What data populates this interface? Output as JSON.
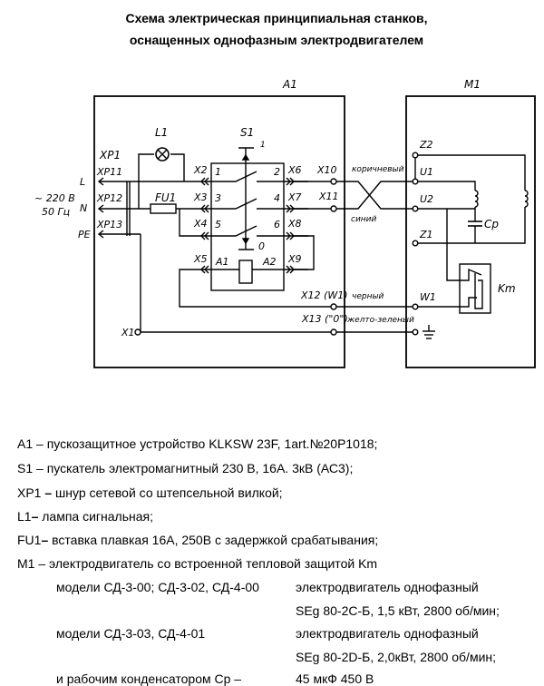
{
  "title": {
    "line1": "Схема электрическая принципиальная станков,",
    "line2": "оснащенных однофазным электродвигателем"
  },
  "schematic": {
    "blocks": {
      "a1": "A1",
      "m1": "M1"
    },
    "supply": {
      "voltage": "~ 220 В",
      "frequency": "50 Гц",
      "phase_labels": [
        "L",
        "N",
        "PE"
      ]
    },
    "plug": {
      "name": "XP1",
      "pins": [
        "XP11",
        "XP12",
        "XP13"
      ]
    },
    "lamp": "L1",
    "fuse": "FU1",
    "starter": {
      "name": "S1",
      "pos_on": "1",
      "pos_off": "0",
      "contacts_left": [
        "1",
        "3",
        "5"
      ],
      "contacts_right": [
        "2",
        "4",
        "6"
      ],
      "coil_left": "A1",
      "coil_right": "A2"
    },
    "connectors_left": [
      "X2",
      "X3",
      "X4",
      "X5"
    ],
    "connectors_right": [
      "X6",
      "X7",
      "X8",
      "X9"
    ],
    "terminals": {
      "x10": "X10",
      "x11": "X11",
      "x12": "X12 (W1)",
      "x13": "X13 (\"0\")",
      "x1": "X1"
    },
    "wire_colors": {
      "brown": "коричневый",
      "blue": "синий",
      "black": "черный",
      "yellow_green": "желто-зеленый"
    },
    "motor": {
      "terminals": [
        "Z2",
        "U1",
        "U2",
        "Z1",
        "W1"
      ],
      "capacitor": "Cp",
      "thermal": "Km"
    }
  },
  "legend": {
    "items": [
      {
        "key": "A1",
        "sep": " – ",
        "text": "пускозащитное устройство KLKSW 23F, 1art.№20P1018;"
      },
      {
        "key": "S1",
        "sep": " – ",
        "text": "пускатель электромагнитный 230 В, 16А. 3кВ (АС3);"
      },
      {
        "key": "XP1",
        "sep": " – ",
        "text": "шнур сетевой со штепсельной вилкой;"
      },
      {
        "key": "L1",
        "sep": "– ",
        "text": "лампа сигнальная;"
      },
      {
        "key": "FU1",
        "sep": "– ",
        "text": "вставка плавкая 16А, 250В с задержкой срабатывания;"
      },
      {
        "key": "M1",
        "sep": " – ",
        "text": "электродвигатель со встроенной тепловой защитой Km"
      }
    ],
    "models": [
      {
        "left": "модели СД-3-00; СД-3-02, СД-4-00",
        "right1": "электродвигатель однофазный",
        "right2": "SEg 80-2C-Б, 1,5 кВт, 2800 об/мин;"
      },
      {
        "left": "модели СД-3-03, СД-4-01",
        "right1": "электродвигатель однофазный",
        "right2": "SEg 80-2D-Б, 2,0кВт, 2800 об/мин;"
      }
    ],
    "capacitor": {
      "left": "и рабочим  конденсатором Ср –",
      "right": "45 мкФ 450 В"
    }
  }
}
